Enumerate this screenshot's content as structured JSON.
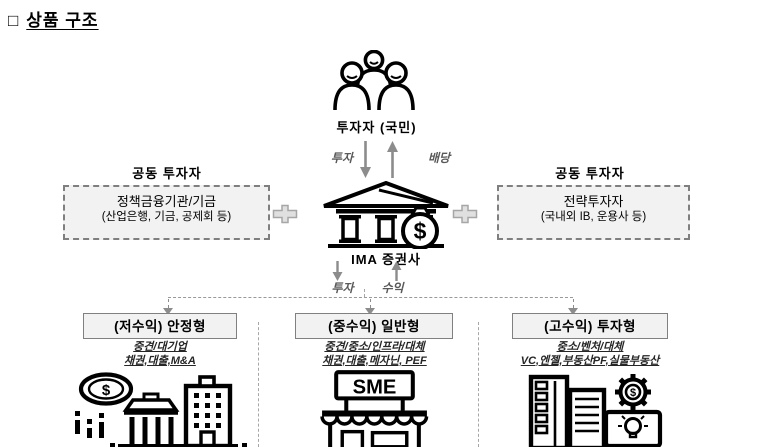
{
  "page": {
    "bullet": "□",
    "title": "상품 구조"
  },
  "top": {
    "investors_label": "투자자 (국민)",
    "invest_label": "투자",
    "dividend_label": "배당"
  },
  "left_partner": {
    "header": "공동 투자자",
    "line1": "정책금융기관/기금",
    "line2": "(산업은행, 기금, 공제회 등)"
  },
  "right_partner": {
    "header": "공동 투자자",
    "line1": "전략투자자",
    "line2": "(국내외 IB, 운용사 등)"
  },
  "center": {
    "label": "IMA 증권사",
    "invest_label": "투자",
    "return_label": "수익"
  },
  "products": [
    {
      "title": "(저수익) 안정형",
      "line1": "중견/대기업",
      "line2": "채권,대출,M&A"
    },
    {
      "title": "(중수익) 일반형",
      "line1": "중견/중소/인프라/대체",
      "line2": "채권,대출,메자닌, PEF",
      "icon_text": "SME"
    },
    {
      "title": "(고수익) 투자형",
      "line1": "중소/벤처/대체",
      "line2": "VC,엔젤,부동산PF,실물부동산"
    }
  ],
  "symbols": {
    "dollar": "$"
  },
  "icons": {
    "investors": "people-group-icon",
    "center": "bank-icon",
    "connector": "plus-connector-icon",
    "product_low": "coin-buildings-icon",
    "product_mid": "sme-store-icon",
    "product_high": "tech-buildings-icon"
  },
  "colors": {
    "arrow": "#8c8c8c",
    "box_fill": "#f2f2f2",
    "dash_border": "#7f7f7f",
    "line": "#000000"
  }
}
